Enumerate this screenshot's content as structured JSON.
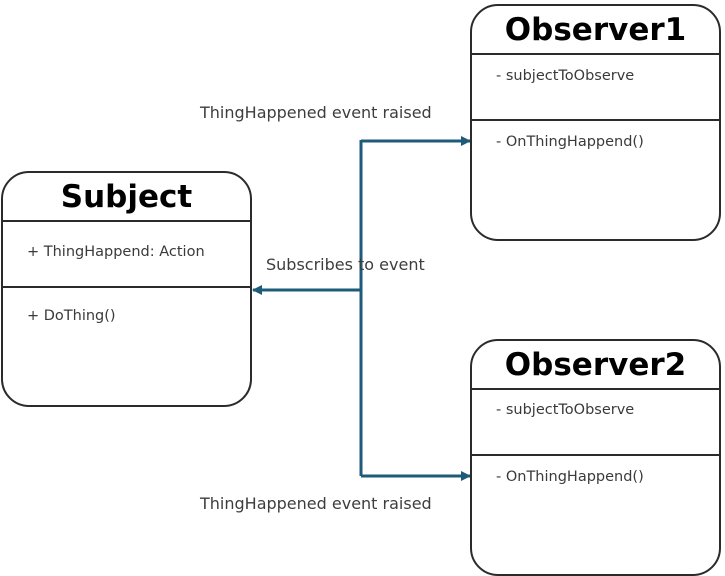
{
  "colors": {
    "connector": "#1d5b79",
    "border": "#2b2b2b"
  },
  "subject": {
    "title": "Subject",
    "field": "+ ThingHappend: Action",
    "method": "+ DoThing()"
  },
  "observer1": {
    "title": "Observer1",
    "field": "- subjectToObserve",
    "method": "- OnThingHappend()"
  },
  "observer2": {
    "title": "Observer2",
    "field": "- subjectToObserve",
    "method": "- OnThingHappend()"
  },
  "labels": {
    "top_event": "ThingHappened event raised",
    "subscribe": "Subscribes to event",
    "bottom_event": "ThingHappened event raised"
  }
}
